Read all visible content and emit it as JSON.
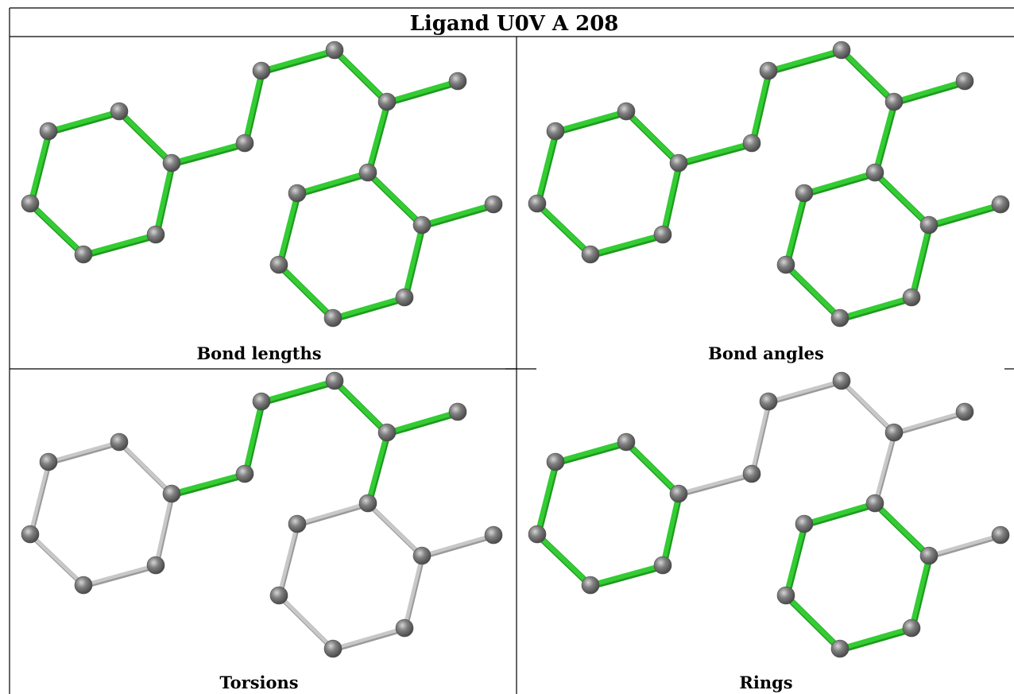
{
  "title": "Ligand U0V A 208",
  "colors": {
    "highlight_bond": "#33cc33",
    "highlight_bond_dark": "#1f9a1f",
    "plain_bond": "#c8c8c8",
    "plain_bond_dark": "#9a9a9a",
    "atom": "#7a7a7a",
    "atom_dark": "#4a4a4a",
    "atom_light": "#cfcfcf"
  },
  "panels": [
    {
      "id": "bond-lengths",
      "caption": "Bond lengths",
      "highlighted_bonds": [
        0,
        1,
        2,
        3,
        4,
        5,
        6,
        7,
        8,
        9,
        10,
        11,
        12,
        13,
        14,
        15,
        16,
        17,
        18
      ]
    },
    {
      "id": "bond-angles",
      "caption": "Bond angles",
      "highlighted_bonds": [
        0,
        1,
        2,
        3,
        4,
        5,
        6,
        7,
        8,
        9,
        10,
        11,
        12,
        13,
        14,
        15,
        16,
        17,
        18
      ]
    },
    {
      "id": "torsions",
      "caption": "Torsions",
      "highlighted_bonds": [
        6,
        7,
        8,
        9,
        10,
        11
      ]
    },
    {
      "id": "rings",
      "caption": "Rings",
      "highlighted_bonds": [
        0,
        1,
        2,
        3,
        4,
        5,
        12,
        13,
        14,
        15,
        16,
        17
      ]
    }
  ]
}
